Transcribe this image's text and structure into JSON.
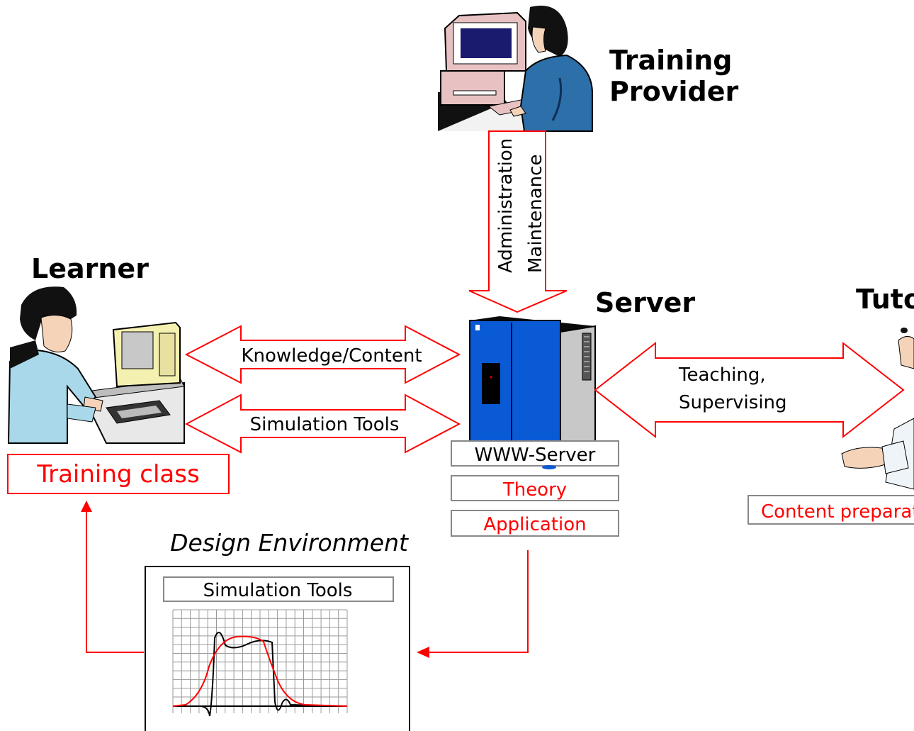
{
  "roles": {
    "training_provider_line1": "Training",
    "training_provider_line2": "Provider",
    "learner": "Learner",
    "server": "Server",
    "tutor": "Tutor"
  },
  "flows": {
    "administration": "Administration",
    "maintenance": "Maintenance",
    "knowledge_content": "Knowledge/Content",
    "simulation_tools": "Simulation Tools",
    "teaching": "Teaching,",
    "supervising": "Supervising"
  },
  "server_modules": [
    "WWW-Server",
    "Theory",
    "Application"
  ],
  "learner_box": "Training class",
  "tutor_box": "Content preparation",
  "design_environment": {
    "caption": "Design Environment",
    "tool_label": "Simulation Tools"
  },
  "colors": {
    "arrow": "#ff0000",
    "server_blue": "#0a5ad6",
    "server_grey": "#c8c8c8",
    "monitor_pink": "#e8c2c2",
    "monitor_cream": "#f4f0b0"
  },
  "icons": {
    "provider": "person-at-computer-icon",
    "learner": "person-at-computer-icon",
    "server": "server-tower-icon",
    "tutor": "person-icon"
  }
}
